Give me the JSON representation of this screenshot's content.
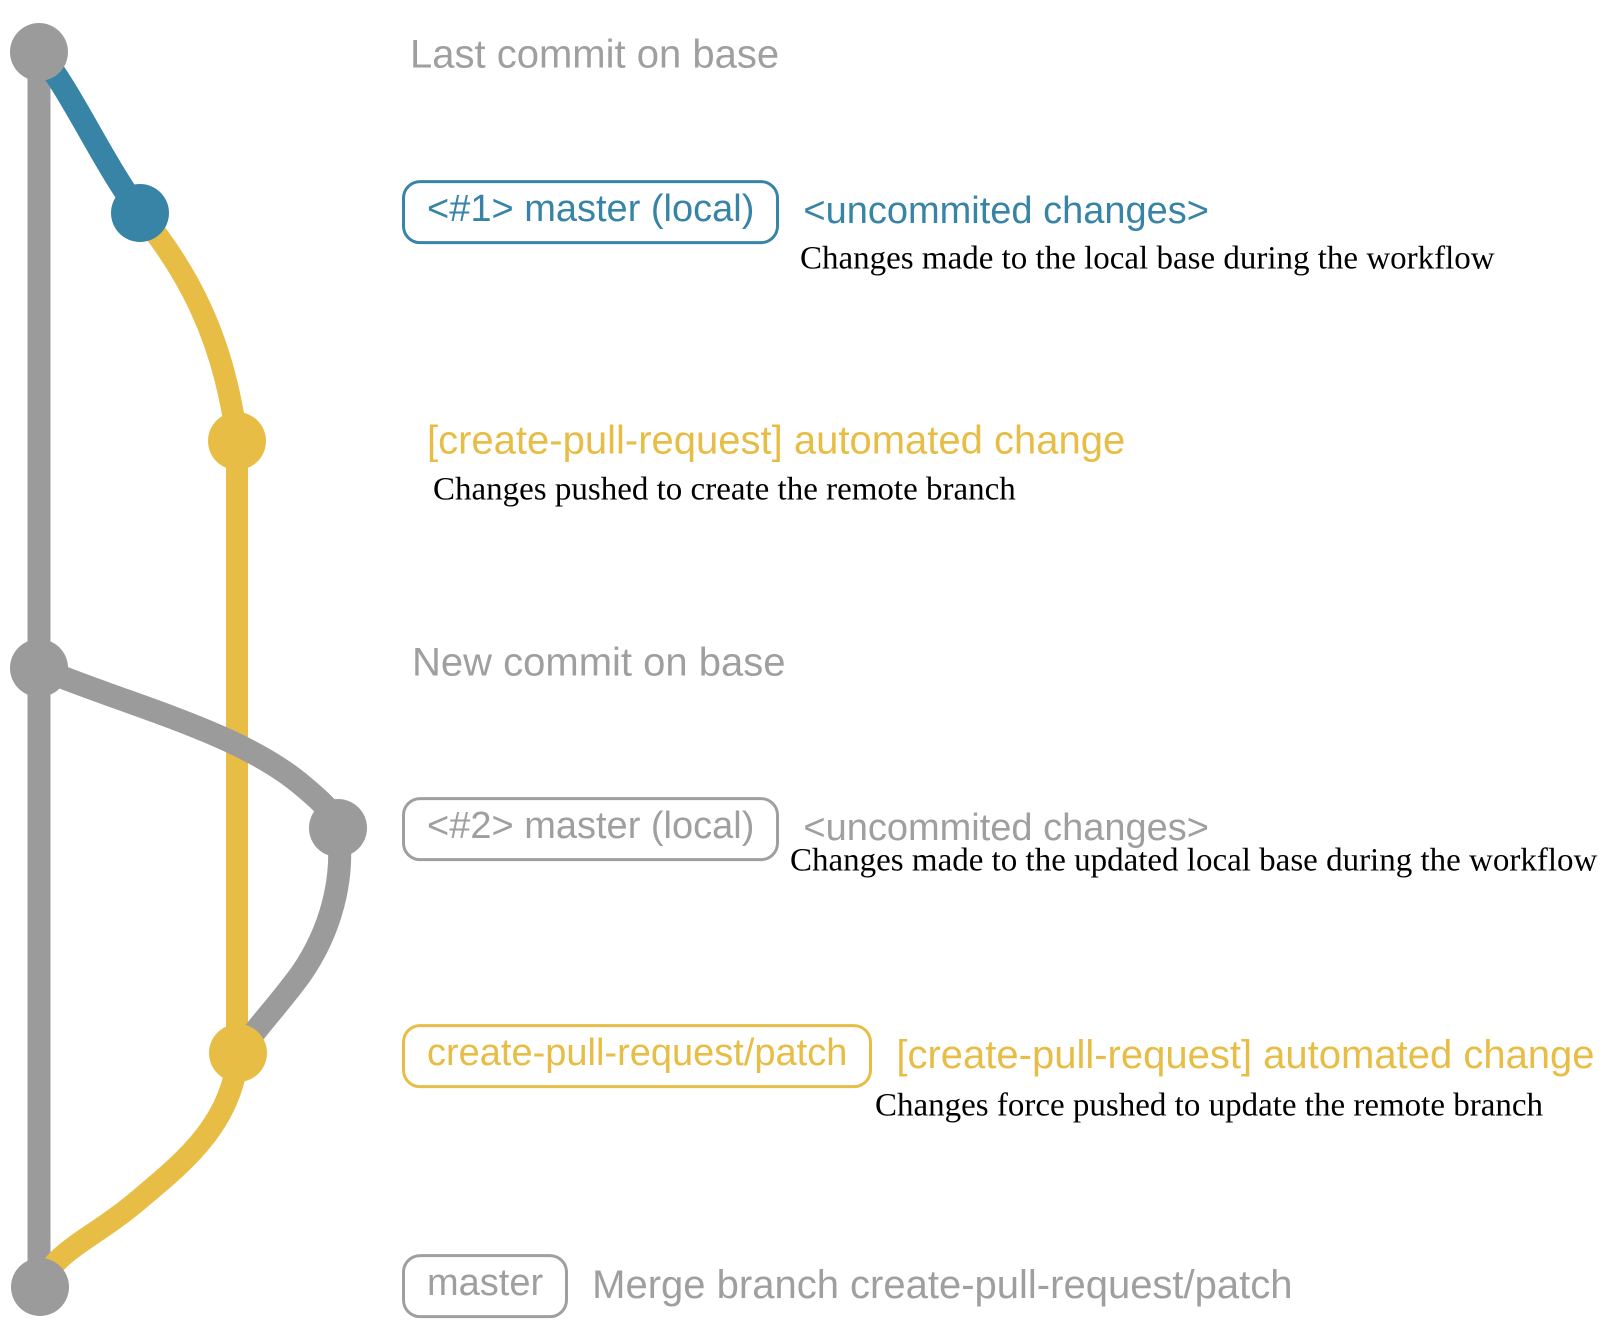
{
  "colors": {
    "gray": "#9b9b9b",
    "gray_text": "#9f9f9f",
    "blue": "#3784a7",
    "yellow": "#e7bd45",
    "desc_text": "#000000"
  },
  "labels": {
    "last_commit": "Last commit on base",
    "new_commit": "New commit on base"
  },
  "rows": {
    "r1": {
      "badge": "<#1> master (local)",
      "tag": "<uncommited changes>",
      "desc": "Changes made to the local base during the workflow"
    },
    "auto1": {
      "title": "[create-pull-request] automated change",
      "desc": "Changes pushed to create the remote branch"
    },
    "r2": {
      "badge": "<#2> master (local)",
      "tag": "<uncommited changes>",
      "desc": "Changes made to the updated local base during the workflow"
    },
    "r3": {
      "badge": "create-pull-request/patch",
      "tag": "[create-pull-request] automated change",
      "desc": "Changes force pushed to update the remote branch"
    },
    "r4": {
      "badge": "master",
      "tag": "Merge branch create-pull-request/patch"
    }
  },
  "graph": {
    "commits": [
      {
        "name": "last-commit-on-base",
        "branch": "base",
        "color": "gray"
      },
      {
        "name": "uncommitted-changes-1",
        "branch": "master-local",
        "color": "blue"
      },
      {
        "name": "automated-change-1",
        "branch": "create-pull-request/patch",
        "color": "yellow"
      },
      {
        "name": "new-commit-on-base",
        "branch": "base",
        "color": "gray"
      },
      {
        "name": "uncommitted-changes-2",
        "branch": "master-local",
        "color": "gray"
      },
      {
        "name": "automated-change-2",
        "branch": "create-pull-request/patch",
        "color": "yellow"
      },
      {
        "name": "merge-commit",
        "branch": "base",
        "color": "gray"
      }
    ]
  }
}
